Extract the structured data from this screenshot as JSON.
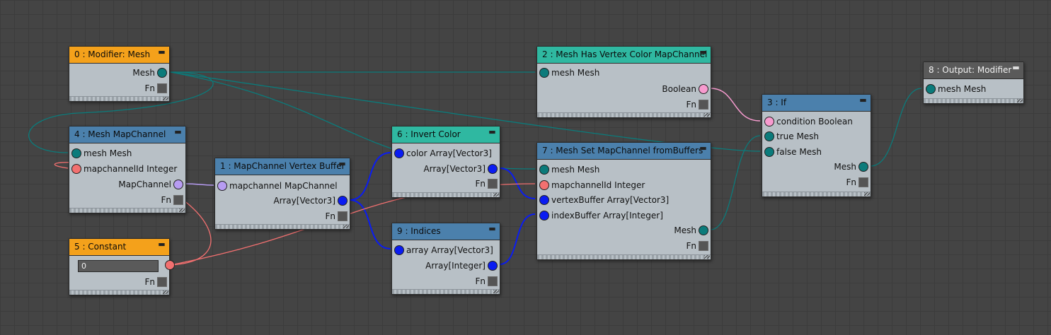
{
  "nodes": {
    "modifier_mesh": {
      "title": "0 : Modifier: Mesh",
      "out_mesh": "Mesh",
      "out_fn": "Fn"
    },
    "mesh_has_vc": {
      "title": "2 : Mesh Has Vertex Color MapChannel",
      "in_mesh": "mesh Mesh",
      "out_bool": "Boolean",
      "out_fn": "Fn"
    },
    "output_modifier": {
      "title": "8 : Output: Modifier",
      "in_mesh": "mesh Mesh"
    },
    "mesh_mapchannel": {
      "title": "4 : Mesh MapChannel",
      "in_mesh": "mesh Mesh",
      "in_id": "mapchannelId Integer",
      "out_mapchannel": "MapChannel",
      "out_fn": "Fn"
    },
    "mapchannel_vb": {
      "title": "1 : MapChannel Vertex Buffer",
      "in_mapchannel": "mapchannel MapChannel",
      "out_array": "Array[Vector3]",
      "out_fn": "Fn"
    },
    "invert_color": {
      "title": "6 : Invert Color",
      "in_color": "color Array[Vector3]",
      "out_array": "Array[Vector3]",
      "out_fn": "Fn"
    },
    "mesh_set_mc": {
      "title": "7 : Mesh Set MapChannel fromBuffers",
      "in_mesh": "mesh Mesh",
      "in_id": "mapchannelId Integer",
      "in_vb": "vertexBuffer Array[Vector3]",
      "in_ib": "indexBuffer Array[Integer]",
      "out_mesh": "Mesh",
      "out_fn": "Fn"
    },
    "if_node": {
      "title": "3 : If",
      "in_cond": "condition Boolean",
      "in_true": "true Mesh",
      "in_false": "false Mesh",
      "out_mesh": "Mesh",
      "out_fn": "Fn"
    },
    "constant": {
      "title": "5 : Constant",
      "value": "0",
      "out_fn": "Fn"
    },
    "indices": {
      "title": "9 : Indices",
      "in_array": "array Array[Vector3]",
      "out_array": "Array[Integer]",
      "out_fn": "Fn"
    }
  },
  "colors": {
    "mesh": "#0b7b7b",
    "integer": "#f27070",
    "mapchannel": "#b79cf2",
    "vector_array": "#0a1cf2",
    "boolean": "#f79bcf",
    "header_orange": "#f4a11b",
    "header_teal": "#2fb8a1",
    "header_blue": "#4b80ac",
    "header_gray": "#5a5a5a"
  },
  "icons": {
    "collapse": "minus-icon",
    "port_fn": "square-port-icon"
  }
}
